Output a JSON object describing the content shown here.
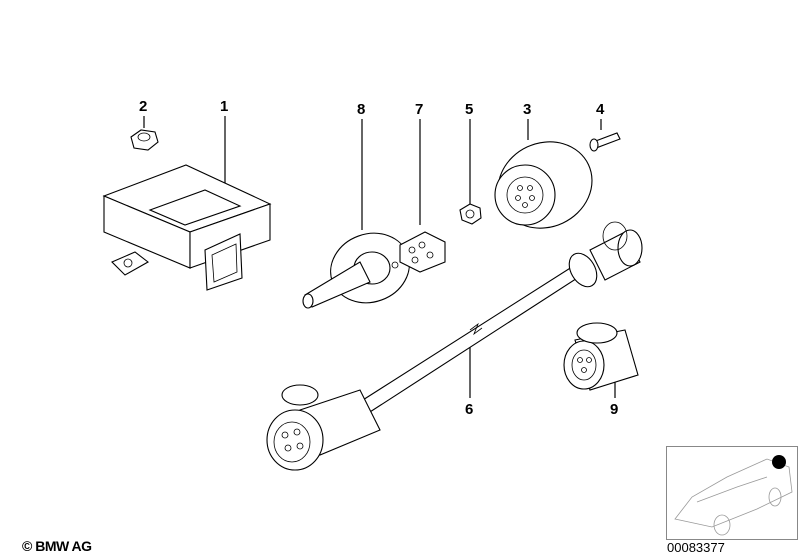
{
  "callouts": {
    "c1": "1",
    "c2": "2",
    "c3": "3",
    "c4": "4",
    "c5": "5",
    "c6": "6",
    "c7": "7",
    "c8": "8",
    "c9": "9"
  },
  "footer": {
    "copyright": "© BMW AG",
    "diagram_number": "00083377"
  },
  "colors": {
    "line": "#000000",
    "background": "#ffffff",
    "thumb_border": "#888888"
  }
}
